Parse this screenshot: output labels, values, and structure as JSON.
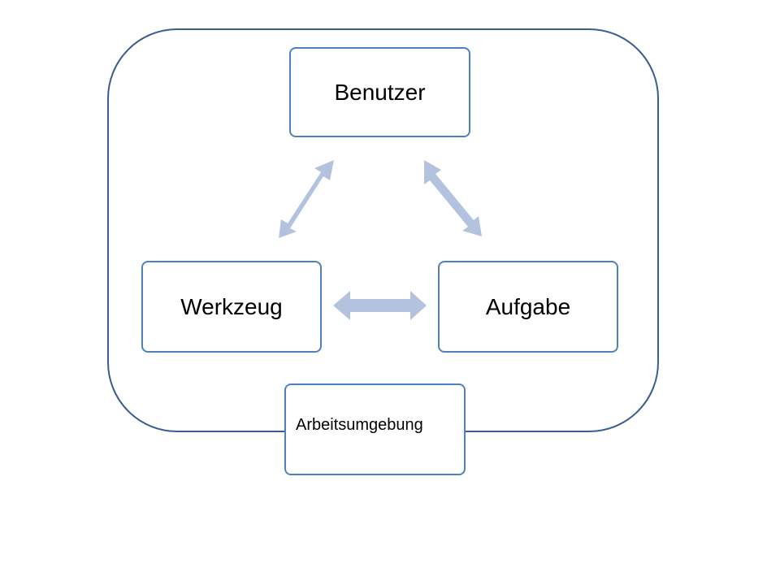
{
  "diagram": {
    "nodes": {
      "benutzer": "Benutzer",
      "werkzeug": "Werkzeug",
      "aufgabe": "Aufgabe",
      "arbeitsumgebung": "Arbeitsumgebung"
    },
    "arrows": [
      {
        "from": "benutzer",
        "to": "werkzeug",
        "type": "bidirectional"
      },
      {
        "from": "benutzer",
        "to": "aufgabe",
        "type": "bidirectional"
      },
      {
        "from": "werkzeug",
        "to": "aufgabe",
        "type": "bidirectional"
      }
    ]
  },
  "colors": {
    "frame_border": "#3a5d8f",
    "node_border": "#4f81bd",
    "arrow_fill": "#b3c3df",
    "background": "#ffffff"
  }
}
